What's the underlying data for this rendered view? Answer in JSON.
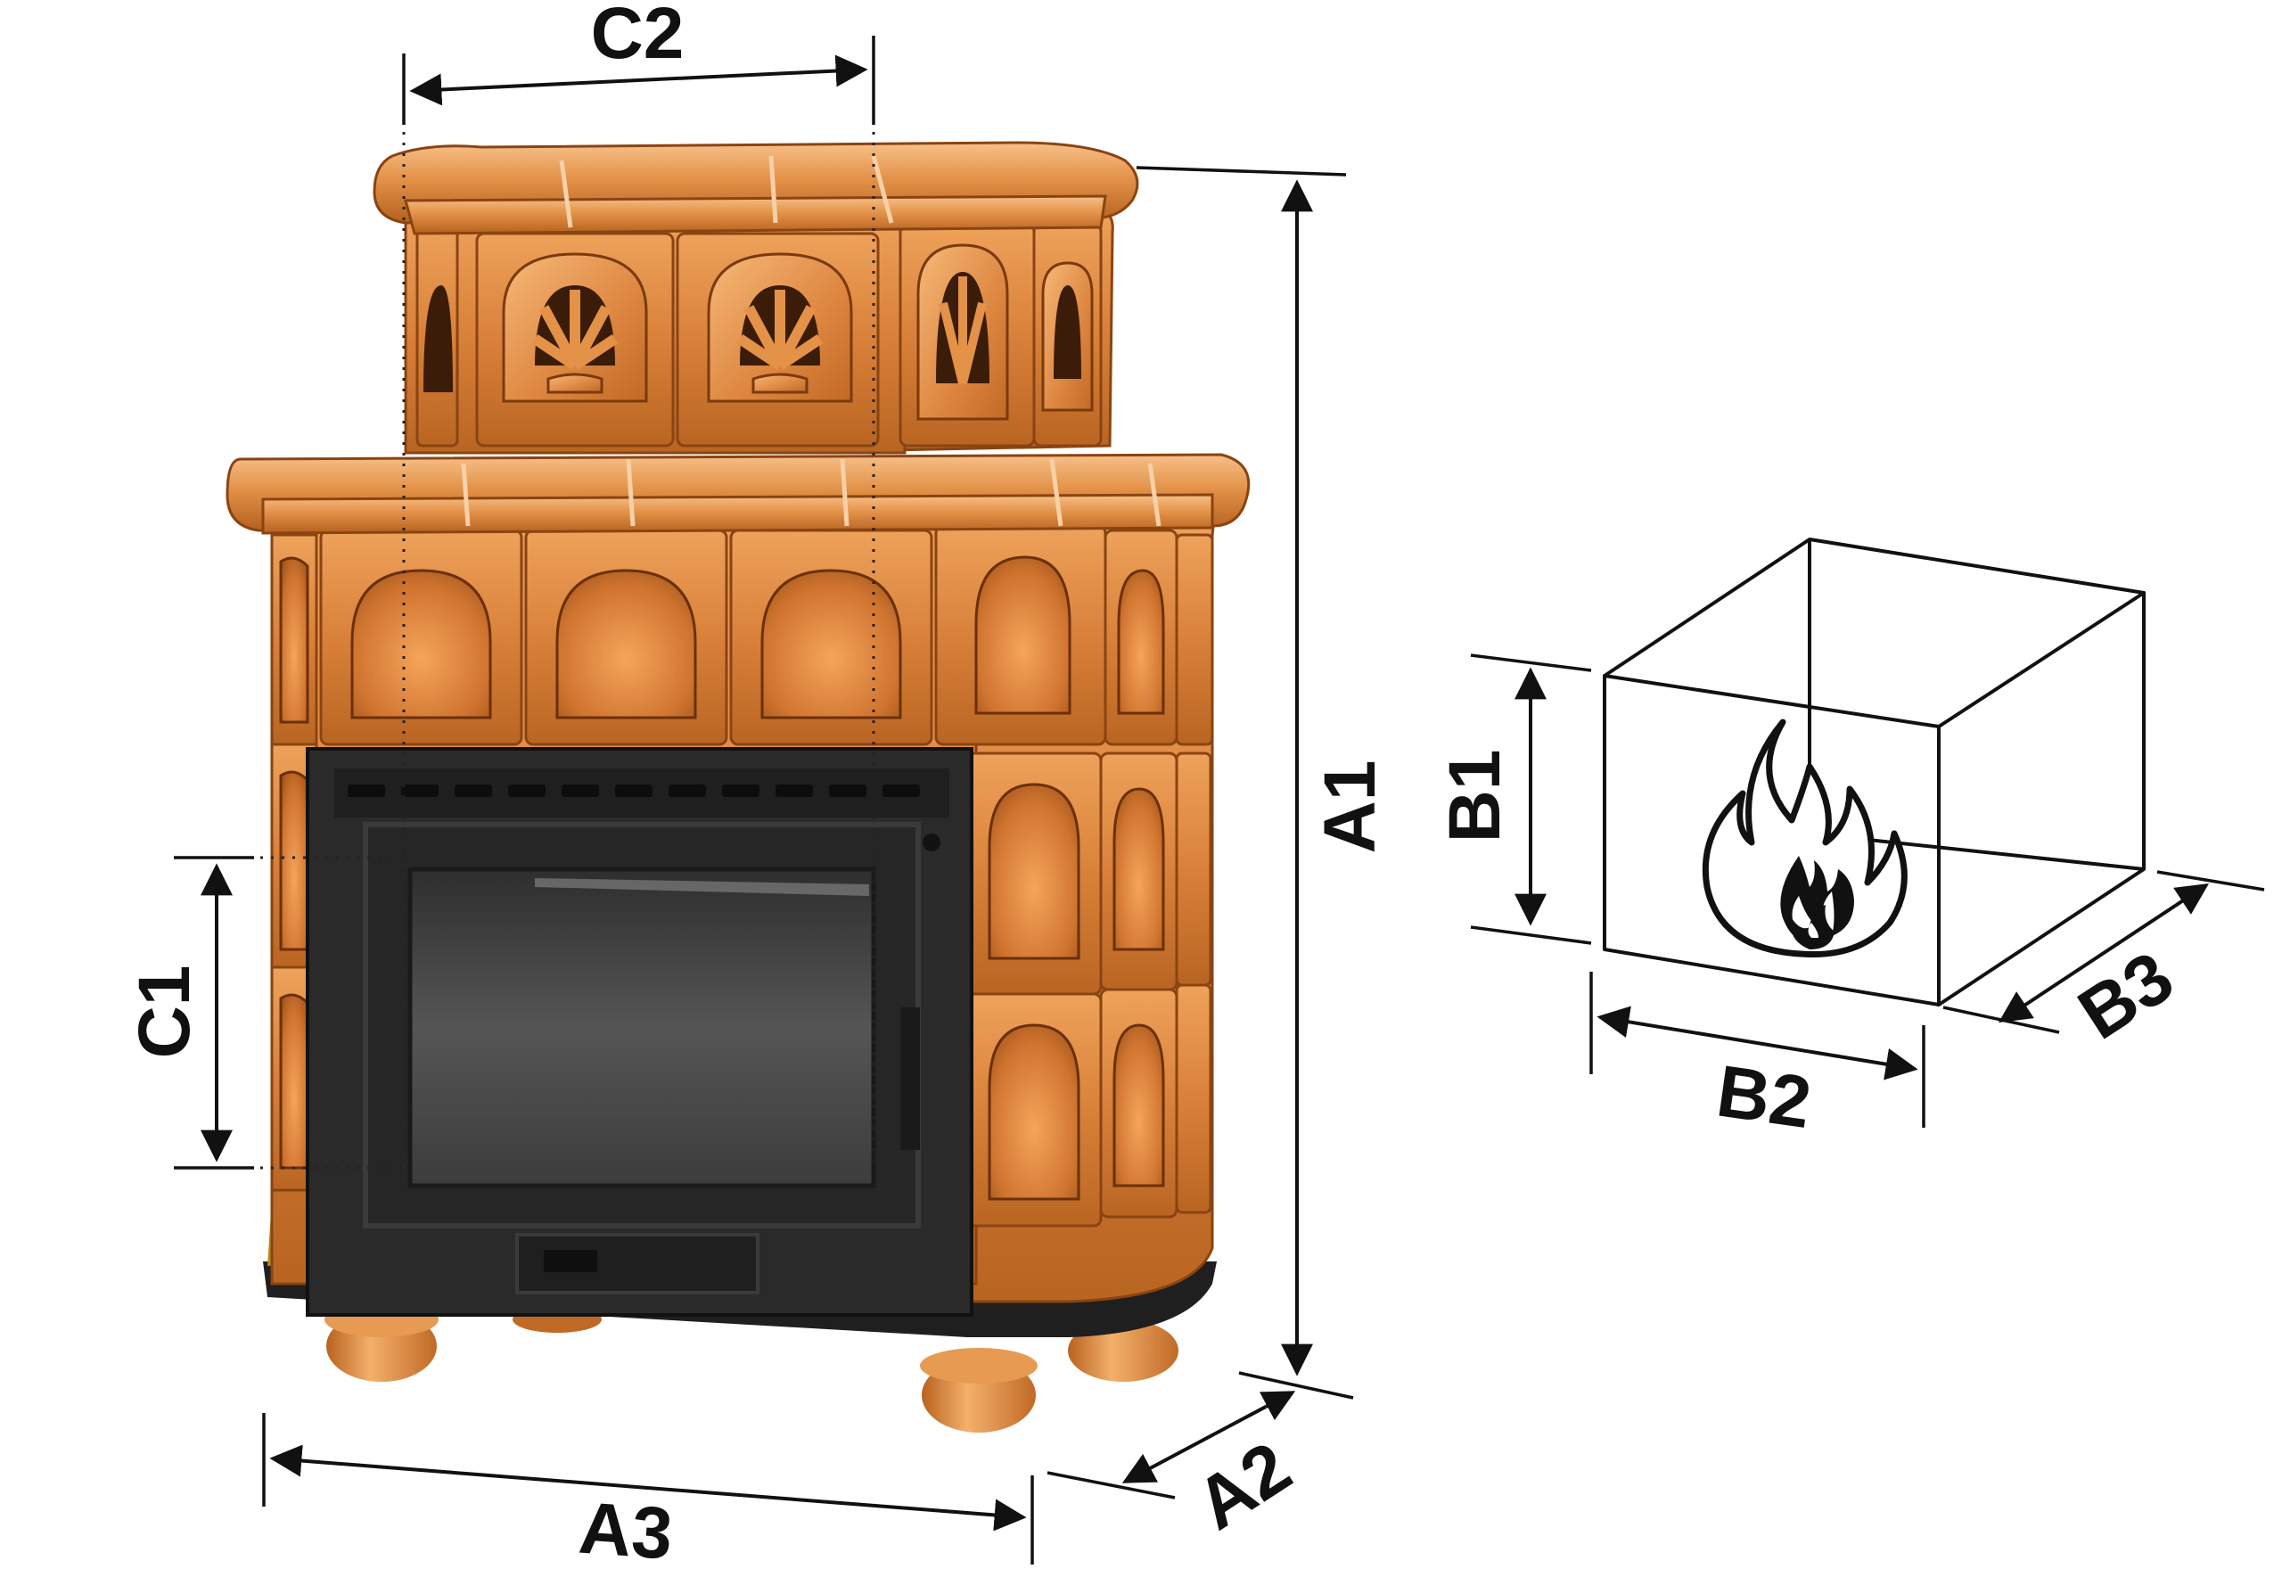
{
  "product": {
    "tile_color": "#d9813a",
    "tile_shadow": "#b0601f",
    "tile_highlight": "#f3b06b",
    "frame_color": "#2a2a2a",
    "glass_color": "#3a3a3a"
  },
  "dimensions": {
    "A1": "A1",
    "A2": "A2",
    "A3": "A3",
    "B1": "B1",
    "B2": "B2",
    "B3": "B3",
    "C1": "C1",
    "C2": "C2"
  },
  "icons": {
    "firebox": "firebox-cube-icon",
    "flame": "flame-icon"
  }
}
